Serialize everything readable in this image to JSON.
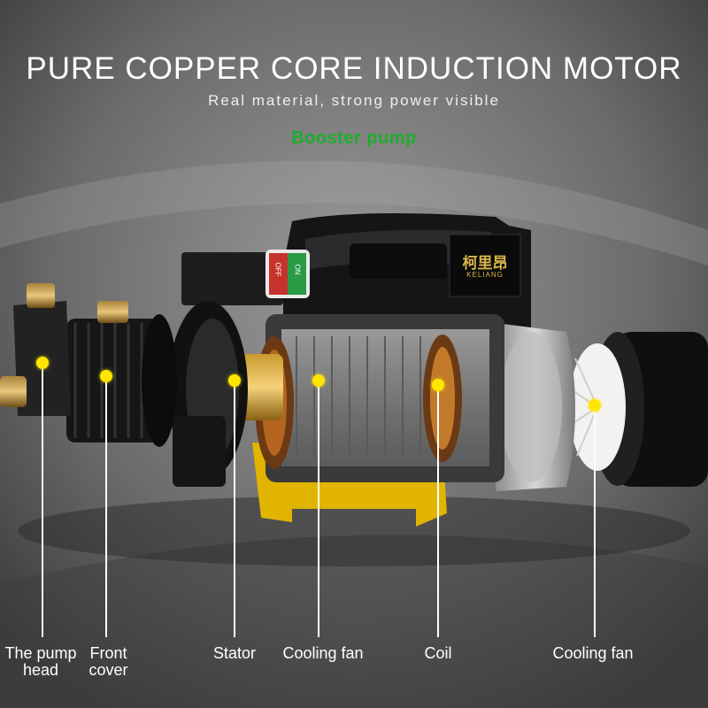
{
  "header": {
    "title": "PURE COPPER CORE INDUCTION MOTOR",
    "subtitle": "Real material, strong power visible",
    "product_tag": "Booster pump"
  },
  "motor": {
    "switch_on": "ON",
    "switch_off": "OFF",
    "brand_cn": "柯里昂",
    "brand_en": "KELIANG"
  },
  "callouts": [
    {
      "label": "The pump head"
    },
    {
      "label": "Front cover"
    },
    {
      "label": "Stator"
    },
    {
      "label": "Cooling fan"
    },
    {
      "label": "Coil"
    },
    {
      "label": "Cooling fan"
    }
  ],
  "colors": {
    "marker": "#ffe600",
    "tag_green": "#1cae2a"
  }
}
